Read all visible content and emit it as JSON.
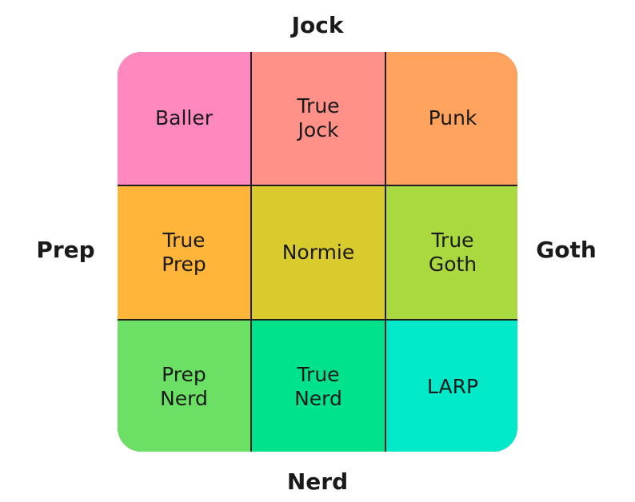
{
  "axes": {
    "top": "Jock",
    "bottom": "Nerd",
    "left": "Prep",
    "right": "Goth"
  },
  "cells": [
    {
      "label": "Baller",
      "color": "#FF88BF"
    },
    {
      "label": "True\nJock",
      "color": "#FF9189"
    },
    {
      "label": "Punk",
      "color": "#FFA35E"
    },
    {
      "label": "True\nPrep",
      "color": "#FFB43A"
    },
    {
      "label": "Normie",
      "color": "#D9CA2E"
    },
    {
      "label": "True\nGoth",
      "color": "#A9D93E"
    },
    {
      "label": "Prep\nNerd",
      "color": "#6BE065"
    },
    {
      "label": "True\nNerd",
      "color": "#00E38C"
    },
    {
      "label": "LARP",
      "color": "#00E9C8"
    }
  ]
}
